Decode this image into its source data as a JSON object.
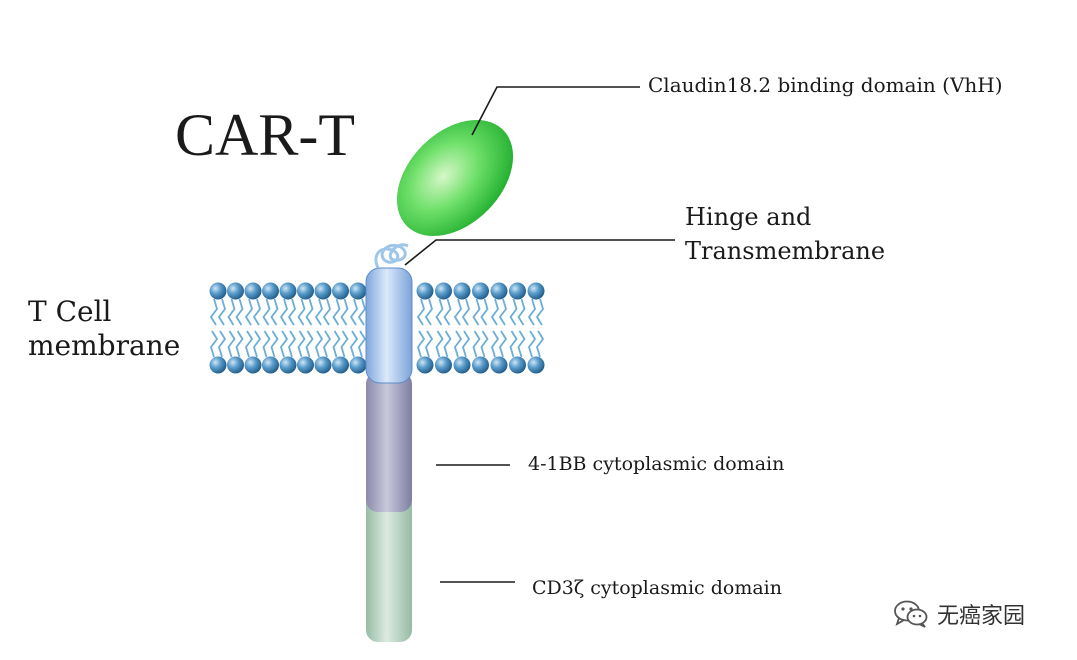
{
  "title": "CAR-T",
  "membrane_label": [
    "T Cell",
    "membrane"
  ],
  "labels": {
    "binding_domain": "Claudin18.2 binding domain (VhH)",
    "hinge": [
      "Hinge and",
      "Transmembrane"
    ],
    "costim": "4-1BB cytoplasmic domain",
    "cd3": "CD3ζ cytoplasmic domain"
  },
  "watermark": {
    "icon": "wechat-icon",
    "text": "无癌家园"
  },
  "colors": {
    "vhh": "#33cc33",
    "hinge": "#8fb8e8",
    "costim": "#9a9ab8",
    "cd3": "#a9c8b4",
    "lipid_head": "#3d80b0",
    "lipid_tail": "#6aaed6"
  }
}
